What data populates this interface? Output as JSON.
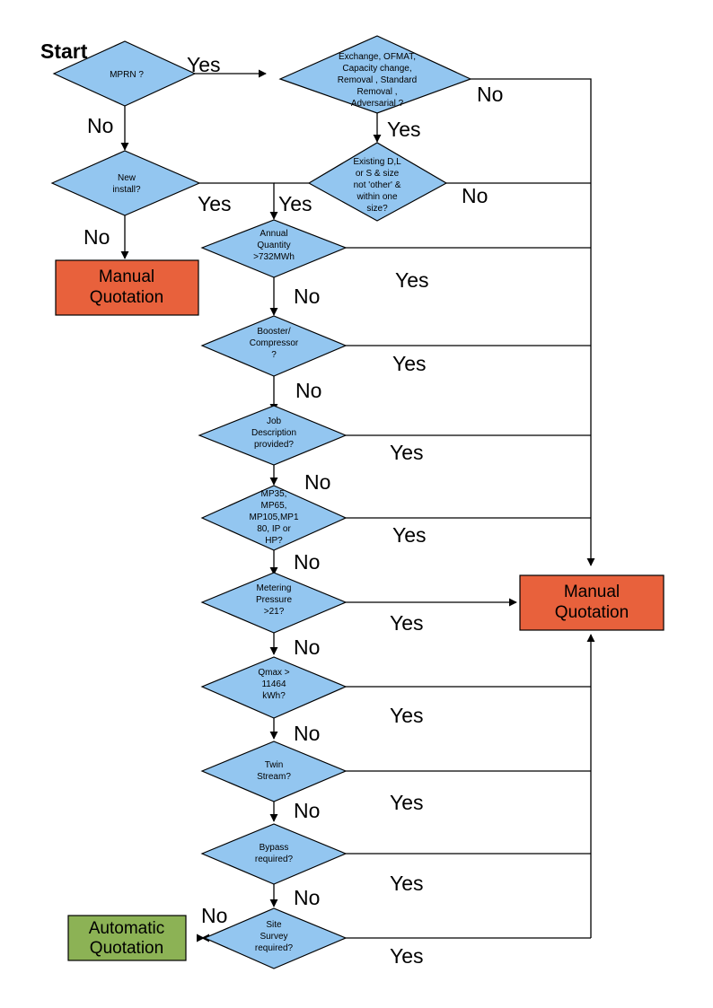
{
  "diagram": {
    "title_label": "Start",
    "colors": {
      "decision_fill": "#93C6F0",
      "manual_fill": "#E8613C",
      "automatic_fill": "#8CB255",
      "stroke": "#000000",
      "background": "#FFFFFF"
    },
    "labels": {
      "yes": "Yes",
      "no": "No"
    },
    "decisions": [
      {
        "id": "mprn",
        "lines": [
          "MPRN ?"
        ]
      },
      {
        "id": "exchange",
        "lines": [
          "Exchange, OFMAT,",
          "Capacity change,",
          "Removal , Standard",
          "Removal ,",
          "Adversarial ?"
        ]
      },
      {
        "id": "new-install",
        "lines": [
          "New",
          "install?"
        ]
      },
      {
        "id": "existing",
        "lines": [
          "Existing D,L",
          "or S & size",
          "not 'other' &",
          "within one",
          "size?"
        ]
      },
      {
        "id": "annual-quantity",
        "lines": [
          "Annual",
          "Quantity",
          ">732MWh"
        ]
      },
      {
        "id": "booster",
        "lines": [
          "Booster/",
          "Compressor",
          "?"
        ]
      },
      {
        "id": "job-description",
        "lines": [
          "Job",
          "Description",
          "provided?"
        ]
      },
      {
        "id": "mp-rating",
        "lines": [
          "MP35,",
          "MP65,",
          "MP105,MP1",
          "80, IP or",
          "HP?"
        ]
      },
      {
        "id": "metering-pressure",
        "lines": [
          "Metering",
          "Pressure",
          ">21?"
        ]
      },
      {
        "id": "qmax",
        "lines": [
          "Qmax >",
          "11464",
          "kWh?"
        ]
      },
      {
        "id": "twin-stream",
        "lines": [
          "Twin",
          "Stream?"
        ]
      },
      {
        "id": "bypass",
        "lines": [
          "Bypass",
          "required?"
        ]
      },
      {
        "id": "site-survey",
        "lines": [
          "Site",
          "Survey",
          "required?"
        ]
      }
    ],
    "terminals": [
      {
        "id": "manual-quotation-left",
        "lines": [
          "Manual",
          "Quotation"
        ],
        "kind": "manual"
      },
      {
        "id": "manual-quotation-right",
        "lines": [
          "Manual",
          "Quotation"
        ],
        "kind": "manual"
      },
      {
        "id": "automatic-quotation",
        "lines": [
          "Automatic",
          "Quotation"
        ],
        "kind": "automatic"
      }
    ],
    "edge_labels": [
      {
        "id": "mprn-yes",
        "text": "Yes"
      },
      {
        "id": "mprn-no",
        "text": "No"
      },
      {
        "id": "exchange-no",
        "text": "No"
      },
      {
        "id": "exchange-yes",
        "text": "Yes"
      },
      {
        "id": "new-install-yes",
        "text": "Yes"
      },
      {
        "id": "new-install-no",
        "text": "No"
      },
      {
        "id": "existing-yes",
        "text": "Yes"
      },
      {
        "id": "existing-no",
        "text": "No"
      },
      {
        "id": "annual-quantity-yes",
        "text": "Yes"
      },
      {
        "id": "annual-quantity-no",
        "text": "No"
      },
      {
        "id": "booster-yes",
        "text": "Yes"
      },
      {
        "id": "booster-no",
        "text": "No"
      },
      {
        "id": "job-description-yes",
        "text": "Yes"
      },
      {
        "id": "job-description-no",
        "text": "No"
      },
      {
        "id": "mp-rating-yes",
        "text": "Yes"
      },
      {
        "id": "mp-rating-no",
        "text": "No"
      },
      {
        "id": "metering-pressure-yes",
        "text": "Yes"
      },
      {
        "id": "metering-pressure-no",
        "text": "No"
      },
      {
        "id": "qmax-yes",
        "text": "Yes"
      },
      {
        "id": "qmax-no",
        "text": "No"
      },
      {
        "id": "twin-stream-yes",
        "text": "Yes"
      },
      {
        "id": "twin-stream-no",
        "text": "No"
      },
      {
        "id": "bypass-yes",
        "text": "Yes"
      },
      {
        "id": "bypass-no",
        "text": "No"
      },
      {
        "id": "site-survey-yes",
        "text": "Yes"
      },
      {
        "id": "site-survey-no",
        "text": "No"
      }
    ]
  }
}
